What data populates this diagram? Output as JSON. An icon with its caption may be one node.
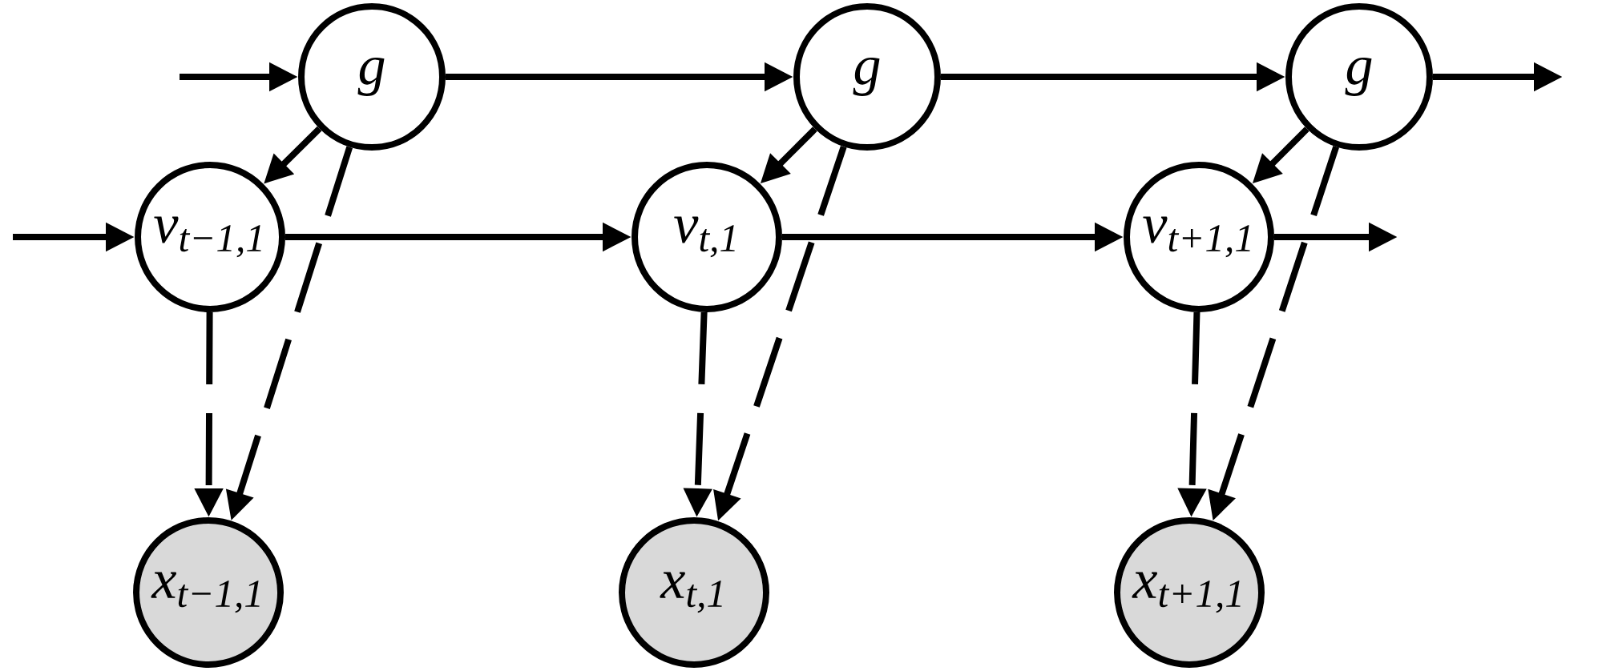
{
  "diagram": {
    "nodes": [
      {
        "text": [
          "g"
        ]
      },
      {
        "text": [
          "g"
        ]
      },
      {
        "text": [
          "g"
        ]
      },
      {
        "text": [
          "v$_{t−1,1}$"
        ]
      },
      {
        "text": [
          "v$_{t,1}$"
        ]
      },
      {
        "text": [
          "v$_{t+1,1}$"
        ]
      },
      {
        "text": [
          "x$_{t−1,1}$"
        ]
      },
      {
        "text": [
          "x$_{t,1}$"
        ]
      },
      {
        "text": [
          "x$_{t+1,1}$"
        ]
      }
    ],
    "edges": [
      {
        "from": null,
        "to": 0,
        "arrow": "to"
      },
      {
        "from": 0,
        "to": 1,
        "arrow": "to"
      },
      {
        "from": 1,
        "to": 2,
        "arrow": "to"
      },
      {
        "from": 2,
        "to": null,
        "arrow": "to"
      },
      {
        "from": null,
        "to": 3,
        "arrow": "to"
      },
      {
        "from": 3,
        "to": 4,
        "arrow": "to"
      },
      {
        "from": 4,
        "to": 5,
        "arrow": "to"
      },
      {
        "from": 5,
        "to": null,
        "arrow": "to"
      },
      {
        "from": 0,
        "to": 3,
        "arrow": "to"
      },
      {
        "from": 1,
        "to": 4,
        "arrow": "to"
      },
      {
        "from": 2,
        "to": 5,
        "arrow": "to"
      },
      {
        "from": 3,
        "to": 6,
        "arrow": "to",
        "style": "dashed"
      },
      {
        "from": 0,
        "to": 6,
        "arrow": "to",
        "style": "dashed"
      },
      {
        "from": 4,
        "to": 7,
        "arrow": "to",
        "style": "dashed"
      },
      {
        "from": 1,
        "to": 7,
        "arrow": "to",
        "style": "dashed"
      },
      {
        "from": 5,
        "to": 8,
        "arrow": "to",
        "style": "dashed"
      },
      {
        "from": 2,
        "to": 8,
        "arrow": "to",
        "style": "dashed"
      }
    ]
  }
}
